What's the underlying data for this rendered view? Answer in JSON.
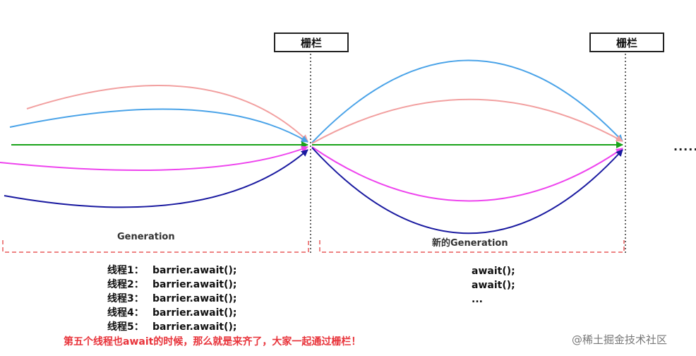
{
  "barrier_label": "栅栏",
  "segments": {
    "first": "Generation",
    "second": "新的Generation"
  },
  "ellipsis": "......",
  "threads": [
    {
      "name": "线程1：",
      "call": "barrier.await();"
    },
    {
      "name": "线程2：",
      "call": "barrier.await();"
    },
    {
      "name": "线程3：",
      "call": "barrier.await();"
    },
    {
      "name": "线程4：",
      "call": "barrier.await();"
    },
    {
      "name": "线程5：",
      "call": "barrier.await();"
    }
  ],
  "new_calls": [
    "await();",
    "await();",
    "..."
  ],
  "caption": "第五个线程也await的时候，那么就是来齐了，大家一起通过栅栏！",
  "watermark": "@稀土掘金技术社区",
  "colors": {
    "pink": "#f2a0a0",
    "blue": "#4aa3e8",
    "green": "#1aa31a",
    "magenta": "#ee44ee",
    "navy": "#1a1aa0",
    "dash_red": "#e85c5c",
    "caption_red": "#e8333a"
  }
}
